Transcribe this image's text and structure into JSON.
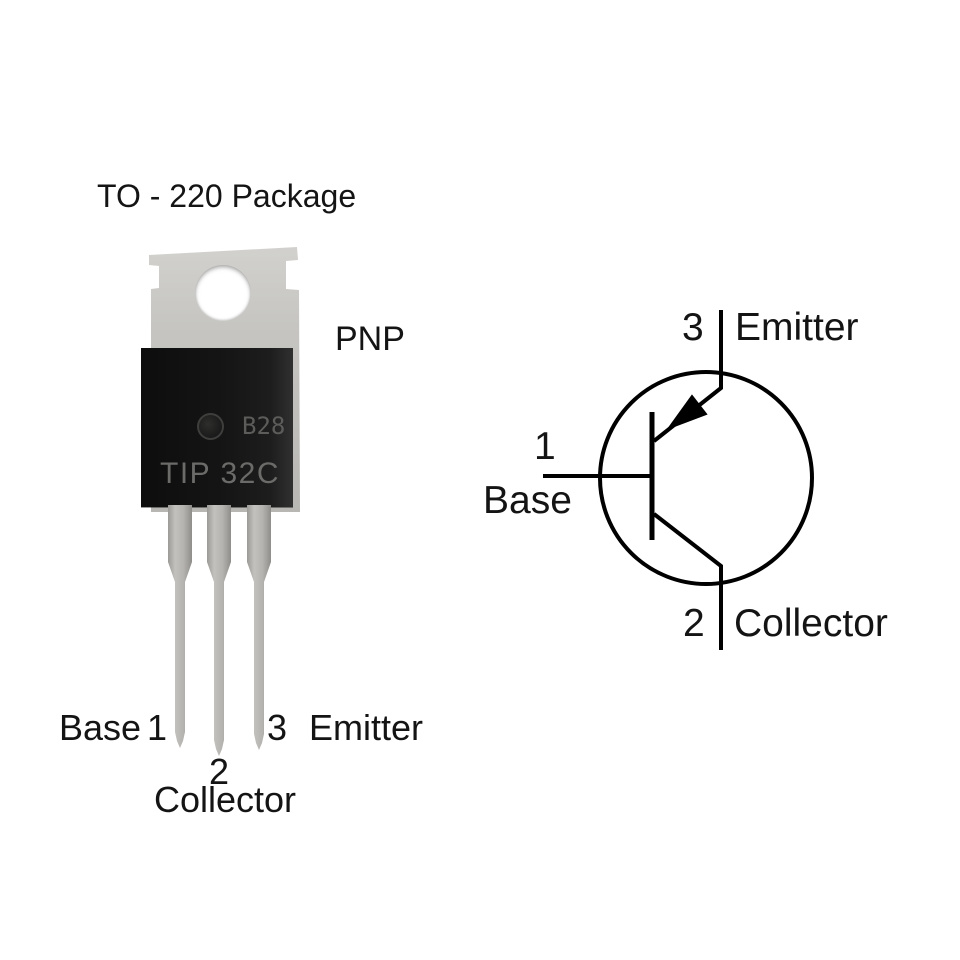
{
  "title": "TO - 220 Package",
  "package": {
    "polarity": "PNP",
    "marking": {
      "logo_icon": "manufacturer-logo",
      "code": "B28",
      "part_number": "TIP 32C"
    },
    "pin_labels": {
      "pin1": {
        "number": "1",
        "name": "Base"
      },
      "pin2": {
        "number": "2",
        "name": "Collector"
      },
      "pin3": {
        "number": "3",
        "name": "Emitter"
      }
    }
  },
  "symbol": {
    "type": "PNP transistor symbol",
    "top_pin": {
      "number": "3",
      "name": "Emitter"
    },
    "left_pin": {
      "number": "1",
      "name": "Base"
    },
    "bottom_pin": {
      "number": "2",
      "name": "Collector"
    }
  },
  "colors": {
    "background": "#ffffff",
    "text": "#141414",
    "schematic_line": "#000000",
    "tab_gray": "#c6c5c1",
    "body_black": "#151515",
    "lead_gray": "#b5b3af",
    "marking_gray": "#6b6b69"
  }
}
